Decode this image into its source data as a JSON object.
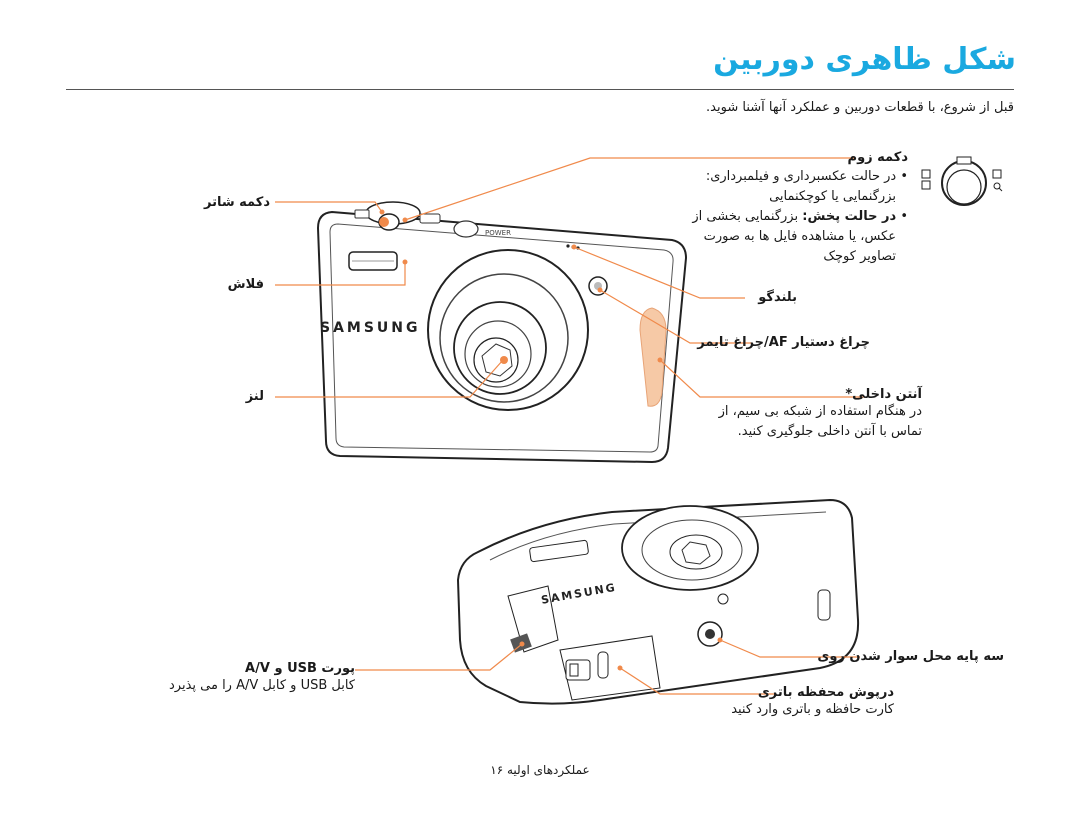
{
  "title": "شکل ظاهری دوربین",
  "intro": "قبل از شروع، با قطعات دوربین و عملکرد آنها آشنا شوید.",
  "callouts": {
    "shutter": "دکمه شاتر",
    "flash": "فلاش",
    "lens": "لنز",
    "zoom": {
      "title": "دکمه زوم",
      "bullet1": "در حالت عکسبرداری و فیلمبرداری:",
      "bullet1_text": "بزرگنمایی یا کوچکنمایی",
      "bullet2_bold": "در حالت پخش:",
      "bullet2_a": "بزرگنمایی بخشی از",
      "bullet2_b": "عکس، یا مشاهده فایل ها به صورت",
      "bullet2_c": "تصاویر کوچک"
    },
    "speaker": "بلندگو",
    "af_lamp": "چراغ دستیار AF/چراغ تایمر",
    "antenna": {
      "title": "آنتن داخلی*",
      "line1": "در هنگام استفاده از شبکه بی سیم، از",
      "line2": "تماس با آنتن داخلی جلوگیری کنید."
    },
    "usb": {
      "title": "پورت USB و A/V",
      "text": "کابل USB و کابل A/V را می پذیرد"
    },
    "tripod": "سه پایه محل سوار شدن روی",
    "battery": {
      "title": "درپوش محفظه باتری",
      "text": "کارت حافظه و باتری وارد کنید"
    }
  },
  "camera": {
    "brand": "SAMSUNG",
    "power_label": "POWER"
  },
  "footer": "عملکردهای اولیه ۱۶"
}
